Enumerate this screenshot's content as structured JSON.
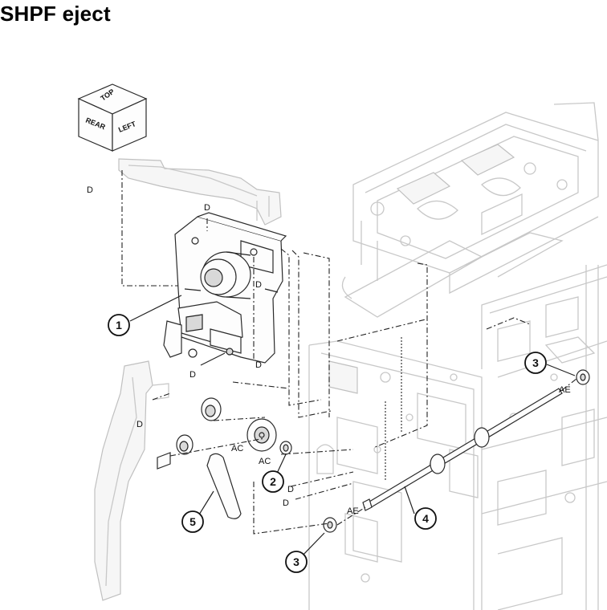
{
  "title": "SHPF eject",
  "orientation_cube": {
    "top": "TOP",
    "rear": "REAR",
    "left": "LEFT"
  },
  "callouts": {
    "c1": "1",
    "c2": "2",
    "c3a": "3",
    "c3b": "3",
    "c4": "4",
    "c5": "5"
  },
  "labels": {
    "d1": "D",
    "d2": "D",
    "d3": "D",
    "d4": "D",
    "d5": "D",
    "d6": "D",
    "d7": "D",
    "d8": "D",
    "ac1": "AC",
    "ac2": "AC",
    "ae1": "AE",
    "ae2": "AE"
  }
}
